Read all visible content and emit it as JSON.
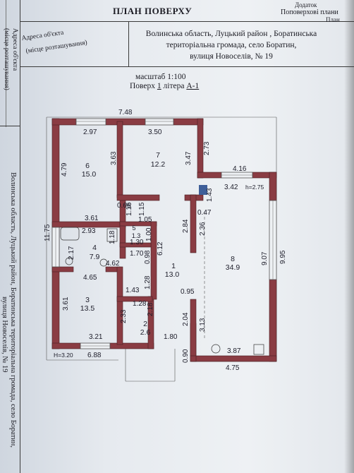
{
  "header": {
    "title": "ПЛАН ПОВЕРХУ",
    "corner_line1": "Додаток",
    "corner_line2": "Поповерхові плани",
    "corner_line3": "План",
    "address_line1": "Волинська область, Луцький район , Боратинська",
    "address_line2": "територіальна громада, село Боратин,",
    "address_line3": "вулиця  Новоселів, № 19",
    "object_label1": "Адреса об'єкта",
    "object_label2": "(місце розташування)",
    "side_label1": "Адреса об'єкта",
    "side_label2": "(місце розташування)",
    "spine_address1": "Волинська область, Луцький район, Боратинська територіальна громада, село Боратин,",
    "spine_address2": "вулиця  Новоселів, № 19"
  },
  "plan": {
    "scale": "масштаб  1:100",
    "floor_prefix": "Поверх ",
    "floor_no": "1",
    "floor_mid": " літера ",
    "floor_letter": "А-1",
    "height_left": "H=3.20",
    "height_right": "h=2.75"
  },
  "rooms": [
    {
      "no": "1",
      "area": "13.0"
    },
    {
      "no": "2",
      "area": "2.6"
    },
    {
      "no": "3",
      "area": "13.5"
    },
    {
      "no": "4",
      "area": "7.9"
    },
    {
      "no": "5",
      "area": "1.3"
    },
    {
      "no": "6",
      "area": "15.0"
    },
    {
      "no": "7",
      "area": "12.2"
    },
    {
      "no": "8",
      "area": "34.9"
    }
  ],
  "dims": {
    "top_total": "7.48",
    "r6_top": "2.97",
    "r7_top": "3.50",
    "r6_left": "4.79",
    "r6_right": "3.63",
    "r7_right": "3.47",
    "r8_top_left": "2.73",
    "r8_top": "4.16",
    "r8_small": "3.42",
    "r8_small_v": "1.43",
    "d047": "0.47",
    "left_total": "11.75",
    "r4_top": "3.61",
    "r4_inner": "2.93",
    "r4_left": "2.17",
    "r4_right": "1.18",
    "d066": "0.66",
    "d116": "1.16",
    "d115": "1.15",
    "d105": "1.05",
    "d100": "1.00",
    "d130": "1.30",
    "d170": "1.70",
    "d612": "6.12",
    "d284": "2.84",
    "d236": "2.36",
    "d462": "4.62",
    "d098": "0.98",
    "d465": "4.65",
    "d128": "1.28",
    "d143": "1.43",
    "d095": "0.95",
    "r3_left": "3.61",
    "d204": "2.04",
    "d313": "3.13",
    "r2_top": "1.28",
    "d233": "2.33",
    "d218": "2.18",
    "r3_bottom": "3.21",
    "d180": "1.80",
    "bottom_left": "6.88",
    "d090": "0.90",
    "r8_bottom": "3.87",
    "bottom_right": "4.75",
    "r8_right_inner": "9.07",
    "r8_right": "9.95"
  },
  "colors": {
    "wall": "#8a3c43",
    "ink": "#1d1d2a"
  }
}
